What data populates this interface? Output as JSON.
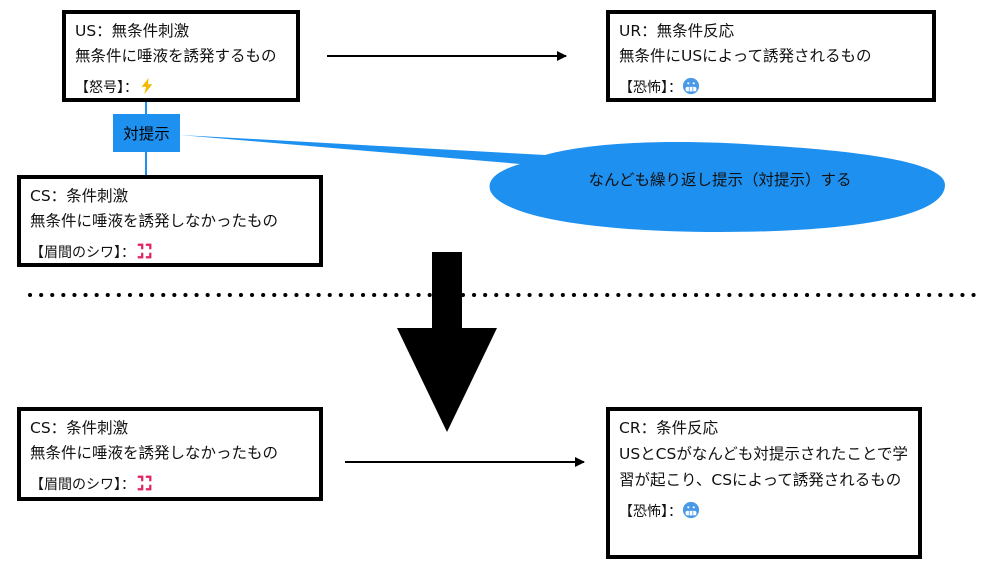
{
  "colors": {
    "accent_blue": "#1E90F0",
    "border": "#000000"
  },
  "us_box": {
    "title": "US：無条件刺激",
    "desc": "無条件に唾液を誘発するもの",
    "tag": "【怒号】：",
    "icon": "lightning-emoji"
  },
  "ur_box": {
    "title": "UR：無条件反応",
    "desc": "無条件にUSによって誘発されるもの",
    "tag": "【恐怖】：",
    "icon": "fearful-face-emoji"
  },
  "cs_box_top": {
    "title": "CS：条件刺激",
    "desc": "無条件に唾液を誘発しなかったもの",
    "tag": "【眉間のシワ】：",
    "icon": "anger-symbol-emoji"
  },
  "pairing_label": "対提示",
  "bubble_text": "なんども繰り返し提示（対提示）する",
  "cs_box_bottom": {
    "title": "CS：条件刺激",
    "desc": "無条件に唾液を誘発しなかったもの",
    "tag": "【眉間のシワ】：",
    "icon": "anger-symbol-emoji"
  },
  "cr_box": {
    "title": "CR：条件反応",
    "desc": "USとCSがなんども対提示されたことで学習が起こり、CSによって誘発されるもの",
    "tag": "【恐怖】：",
    "icon": "fearful-face-emoji"
  }
}
